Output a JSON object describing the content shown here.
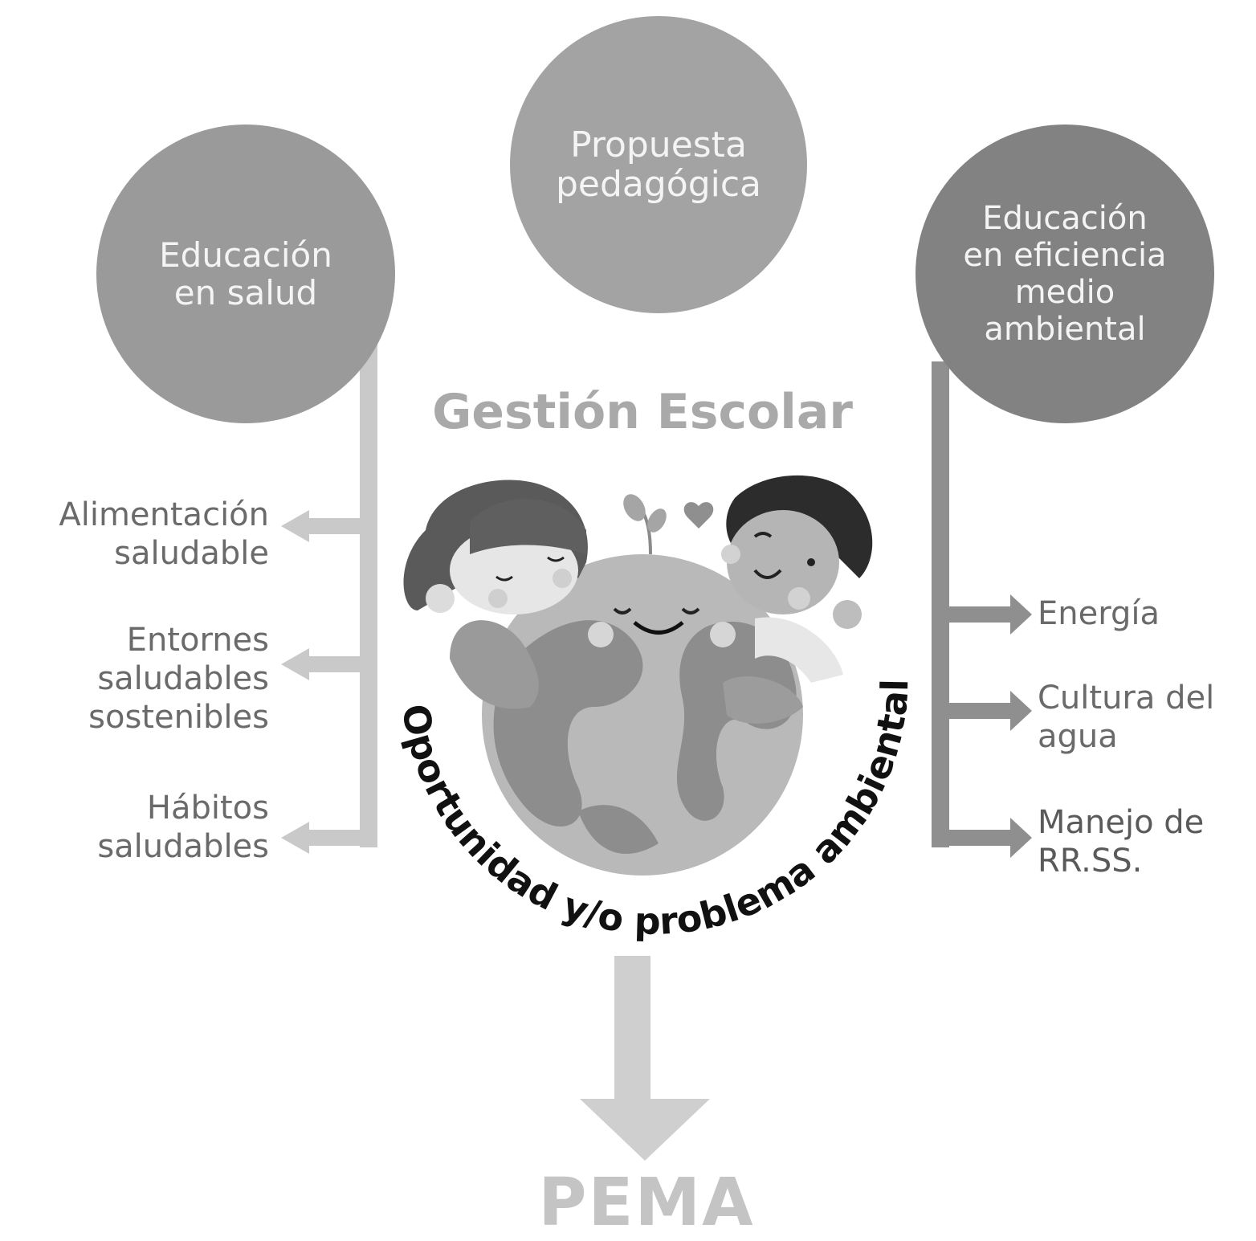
{
  "nodes": {
    "left_circle": {
      "lines": [
        "Educación",
        "en salud"
      ]
    },
    "center_circle": {
      "lines": [
        "Propuesta",
        "pedagógica"
      ]
    },
    "right_circle": {
      "lines": [
        "Educación",
        "en eficiencia",
        "medio",
        "ambiental"
      ]
    }
  },
  "center_title": "Gestión Escolar",
  "arc_text": "Oportunidad y/o problema ambiental",
  "left_items": [
    {
      "lines": [
        "Alimentación",
        "saludable"
      ]
    },
    {
      "lines": [
        "Entornes",
        "saludables",
        "sostenibles"
      ]
    },
    {
      "lines": [
        "Hábitos",
        "saludables"
      ]
    }
  ],
  "right_items": [
    {
      "lines": [
        "Energía"
      ]
    },
    {
      "lines": [
        "Cultura del",
        "agua"
      ]
    },
    {
      "lines": [
        "Manejo de",
        "RR.SS."
      ]
    }
  ],
  "output_label": "PEMA",
  "colors": {
    "circle_left": "#9a9a9a",
    "circle_center": "#a3a3a3",
    "circle_right": "#828282",
    "connector": "#c9c9c9",
    "arrow_big": "#cfcfcf",
    "text_gray": "#6a6a6a",
    "title_gray": "#a9a9a9",
    "globe": "#9b9b9b"
  },
  "illustration": {
    "description_icon": "children-hugging-earth-illustration"
  }
}
